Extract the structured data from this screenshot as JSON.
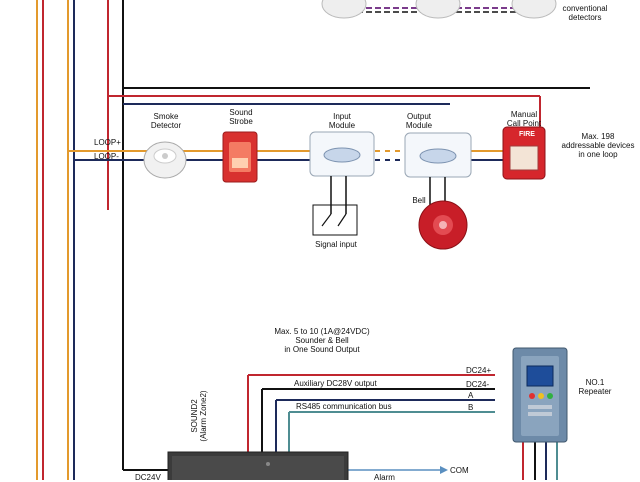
{
  "detectors": {
    "conventional_label": "conventional\ndetectors"
  },
  "loop": {
    "plus": "LOOP+",
    "minus": "LOOP-"
  },
  "devices": {
    "smoke_detector": "Smoke\nDetector",
    "sound_strobe": "Sound\nStrobe",
    "input_module": "Input\nModule",
    "output_module": "Output\nModule",
    "manual_call_point": "Manual\nCall Point",
    "fire_text": "FIRE",
    "bell": "Bell",
    "signal_input": "Signal input",
    "max_devices": "Max. 198\naddressable devices\nin one loop"
  },
  "sound_output": {
    "note": "Max. 5  to 10 (1A@24VDC)\nSounder & Bell\nin One Sound Output",
    "zone": "SOUND2\n(Alarm Zone2)"
  },
  "panel_wiring": {
    "aux_output": "Auxiliary  DC28V output",
    "rs485": "RS485 communication bus",
    "dc24_plus": "DC24+",
    "dc24_minus": "DC24-",
    "a": "A",
    "b": "B",
    "alarm": "Alarm",
    "com": "COM",
    "dc24v": "DC24V"
  },
  "repeater": {
    "label": "NO.1\nRepeater"
  },
  "colors": {
    "red_wire": "#c0262f",
    "orange_wire": "#e39a2d",
    "navy_wire": "#1d2a5a",
    "purple_wire": "#7b3c8c",
    "teal_wire": "#4f8d92",
    "black_wire": "#111111"
  }
}
